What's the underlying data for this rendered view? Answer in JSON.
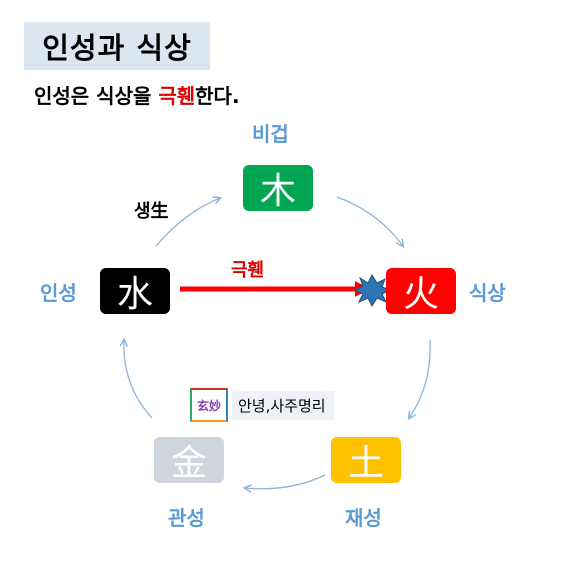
{
  "title": "인성과 식상",
  "subtitle": {
    "prefix": "인성은 식상을 ",
    "highlight": "극휀",
    "suffix": "한다."
  },
  "elements": {
    "wood": {
      "char": "木",
      "label": "비겁",
      "color": "#00a651"
    },
    "fire": {
      "char": "火",
      "label": "식상",
      "color": "#ff0000"
    },
    "earth": {
      "char": "土",
      "label": "재성",
      "color": "#ffc000"
    },
    "metal": {
      "char": "金",
      "label": "관성",
      "color": "#d0d4dc"
    },
    "water": {
      "char": "水",
      "label": "인성",
      "color": "#000000"
    }
  },
  "relations": {
    "generate": "생生",
    "control": "극휀"
  },
  "watermark": {
    "logo": "玄妙",
    "text": "안녕,사주명리"
  }
}
